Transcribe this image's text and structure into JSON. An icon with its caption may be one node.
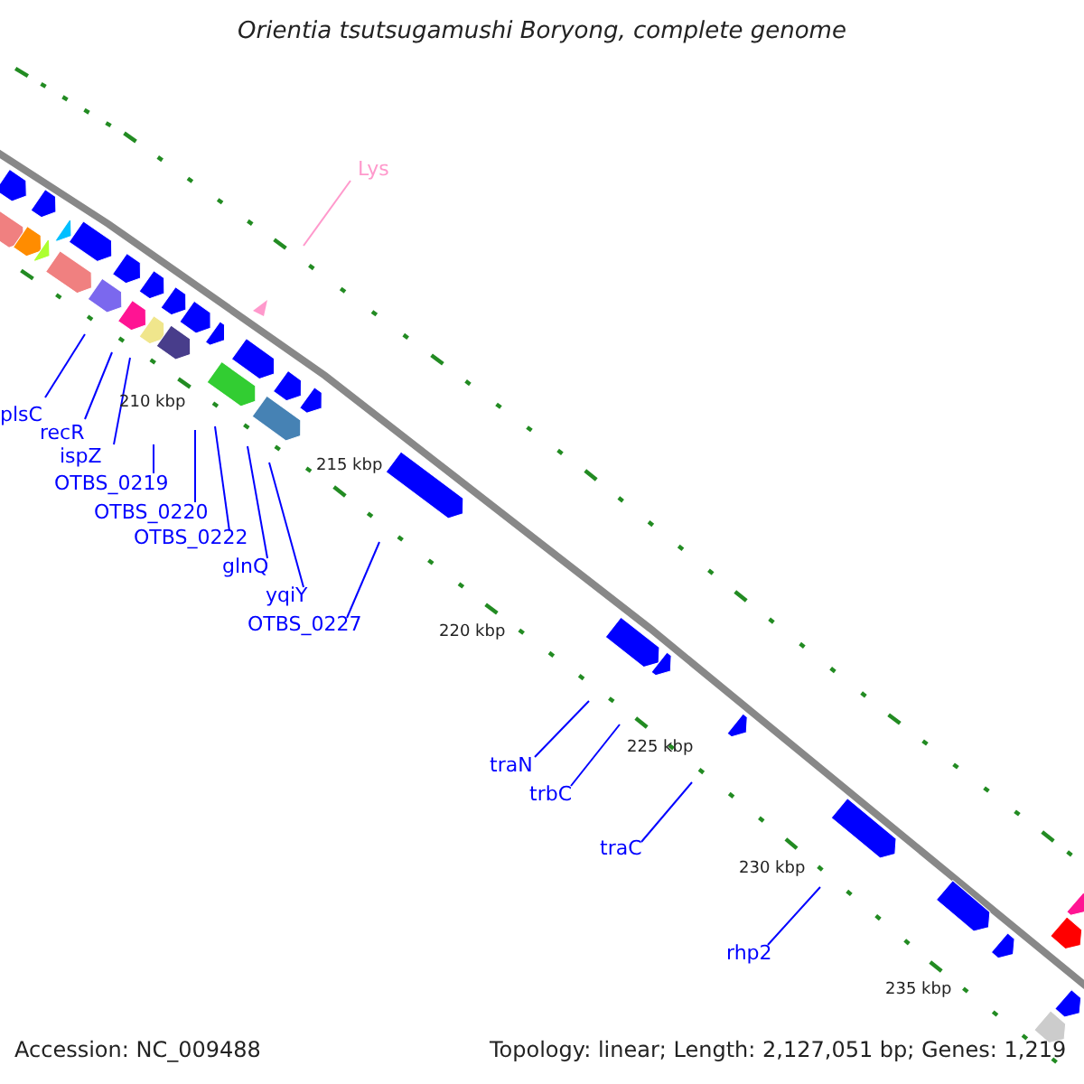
{
  "diagram": {
    "title": "Orientia tsutsugamushi Boryong, complete genome",
    "nodes": [
      {
        "text": [
          "Lys"
        ]
      },
      {
        "text": [
          "plsC"
        ]
      },
      {
        "text": [
          "recR"
        ]
      },
      {
        "text": [
          "ispZ"
        ]
      },
      {
        "text": [
          "OTBS_0219"
        ]
      },
      {
        "text": [
          "OTBS_0220"
        ]
      },
      {
        "text": [
          "OTBS_0222"
        ]
      },
      {
        "text": [
          "glnQ"
        ]
      },
      {
        "text": [
          "yqiY"
        ]
      },
      {
        "text": [
          "OTBS_0227"
        ]
      },
      {
        "text": [
          "traN"
        ]
      },
      {
        "text": [
          "trbC"
        ]
      },
      {
        "text": [
          "traC"
        ]
      },
      {
        "text": [
          "rhp2"
        ]
      }
    ],
    "edges": [
      {
        "from": 0,
        "to": null,
        "arrow": "none",
        "color": "#ff99cc"
      },
      {
        "from": 1,
        "to": null,
        "arrow": "none"
      },
      {
        "from": 2,
        "to": null,
        "arrow": "none"
      },
      {
        "from": 3,
        "to": null,
        "arrow": "none"
      },
      {
        "from": 4,
        "to": null,
        "arrow": "none"
      },
      {
        "from": 5,
        "to": null,
        "arrow": "none"
      },
      {
        "from": 6,
        "to": null,
        "arrow": "none"
      },
      {
        "from": 7,
        "to": null,
        "arrow": "none"
      },
      {
        "from": 8,
        "to": null,
        "arrow": "none"
      },
      {
        "from": 9,
        "to": null,
        "arrow": "none"
      },
      {
        "from": 10,
        "to": null,
        "arrow": "none"
      },
      {
        "from": 11,
        "to": null,
        "arrow": "none"
      },
      {
        "from": 12,
        "to": null,
        "arrow": "none"
      },
      {
        "from": 13,
        "to": null,
        "arrow": "none"
      }
    ],
    "labels": [
      "210 kbp",
      "215 kbp",
      "220 kbp",
      "225 kbp",
      "230 kbp",
      "235 kbp",
      "Accession: NC_009488",
      "Topology: linear; Length: 2,127,051 bp; Genes: 1,219"
    ]
  }
}
